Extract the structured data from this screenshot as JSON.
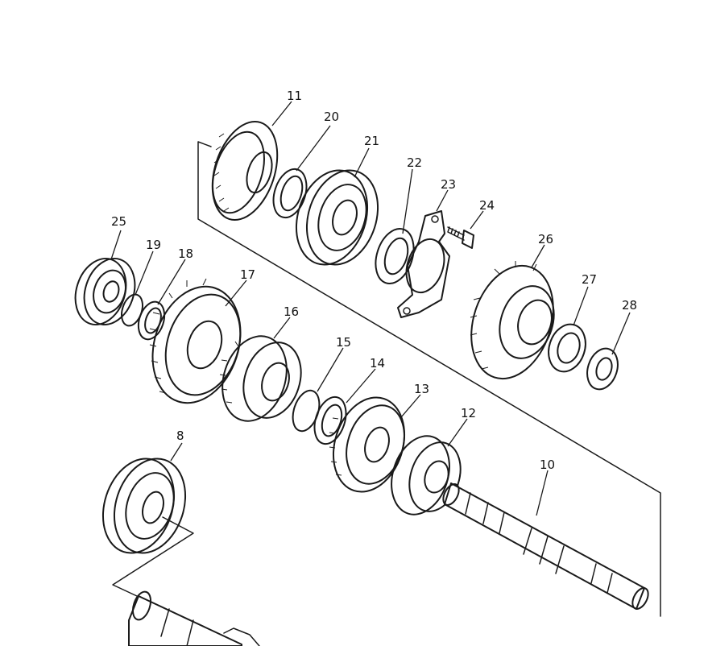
{
  "labels": {
    "p8": "8",
    "p10": "10",
    "p11": "11",
    "p12": "12",
    "p13": "13",
    "p14": "14",
    "p15": "15",
    "p16": "16",
    "p17": "17",
    "p18": "18",
    "p19": "19",
    "p20": "20",
    "p21": "21",
    "p22": "22",
    "p23": "23",
    "p24": "24",
    "p25": "25",
    "p26": "26",
    "p27": "27",
    "p28": "28"
  }
}
